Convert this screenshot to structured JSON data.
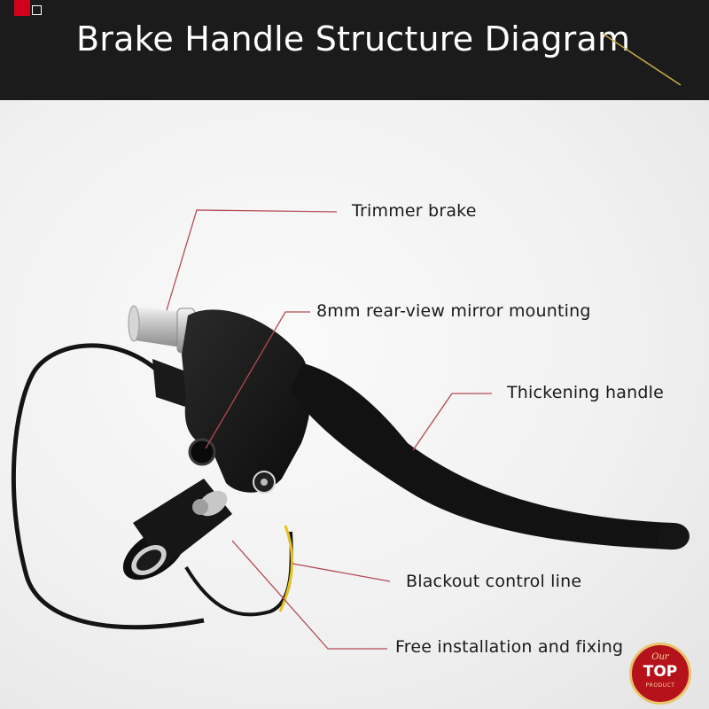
{
  "header": {
    "title": "Brake Handle Structure Diagram"
  },
  "callouts": [
    {
      "id": "trimmer-brake",
      "label": "Trimmer brake"
    },
    {
      "id": "mirror-mounting",
      "label": "8mm rear-view mirror mounting"
    },
    {
      "id": "thickening-handle",
      "label": "Thickening handle"
    },
    {
      "id": "blackout-control-line",
      "label": "Blackout control line"
    },
    {
      "id": "free-installation",
      "label": "Free installation and fixing"
    }
  ],
  "badge": {
    "line1": "Our",
    "line2": "TOP",
    "line3": "PRODUCT"
  },
  "colors": {
    "header_bg": "#1b1b1b",
    "leader_line": "#b24a55",
    "lever_black": "#151515",
    "chrome": "#cfcfcf",
    "wire_yellow": "#e6c21a",
    "badge_red": "#b5121b"
  }
}
